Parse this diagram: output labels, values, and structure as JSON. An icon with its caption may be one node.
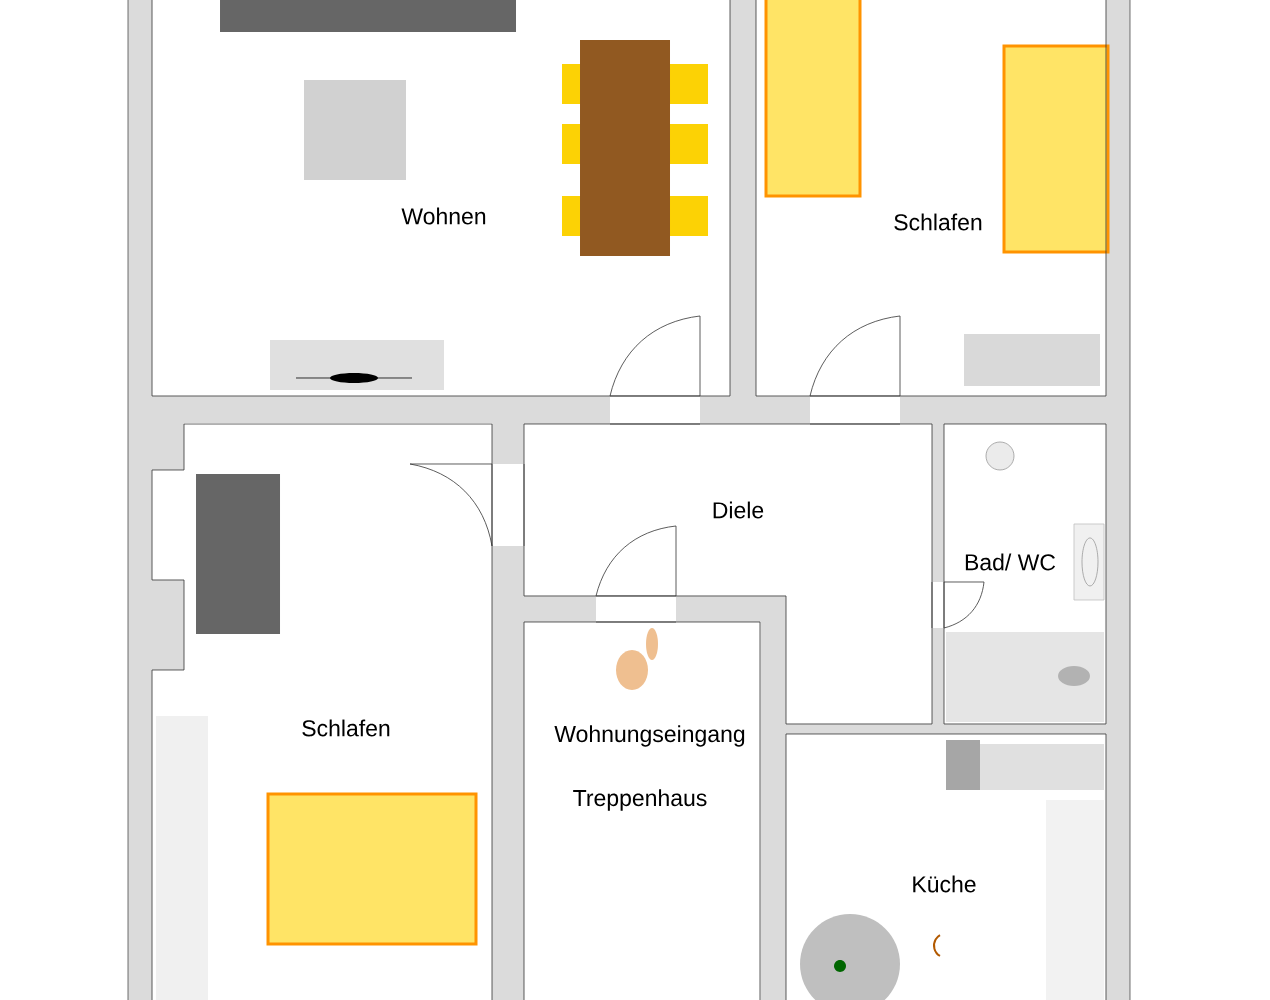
{
  "diagram": {
    "nodes": [
      {
        "text": [
          "Wohnen"
        ]
      },
      {
        "text": [
          "Schlafen"
        ]
      },
      {
        "text": [
          "Diele"
        ]
      },
      {
        "text": [
          "Bad/ WC"
        ]
      },
      {
        "text": [
          "Schlafen"
        ]
      },
      {
        "text": [
          "Wohnungseingang",
          "Treppenhaus"
        ]
      },
      {
        "text": [
          "Küche"
        ]
      }
    ]
  }
}
